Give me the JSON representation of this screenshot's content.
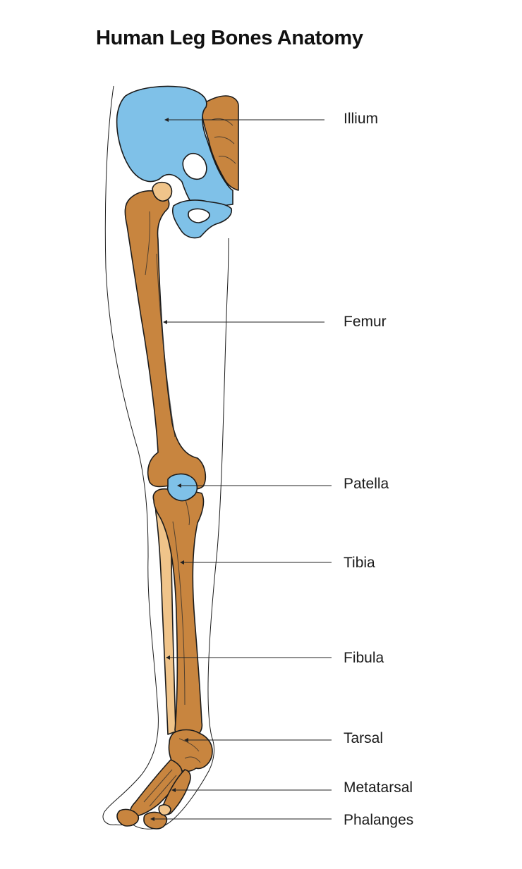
{
  "title": "Human Leg Bones Anatomy",
  "colors": {
    "bone": "#C8853F",
    "bone_light": "#F0C48A",
    "pelvis_blue": "#7FC1E8",
    "outline": "#1B1B1B"
  },
  "labels": {
    "illium": "Illium",
    "femur": "Femur",
    "patella": "Patella",
    "tibia": "Tibia",
    "fibula": "Fibula",
    "tarsal": "Tarsal",
    "metatarsal": "Metatarsal",
    "phalanges": "Phalanges"
  }
}
